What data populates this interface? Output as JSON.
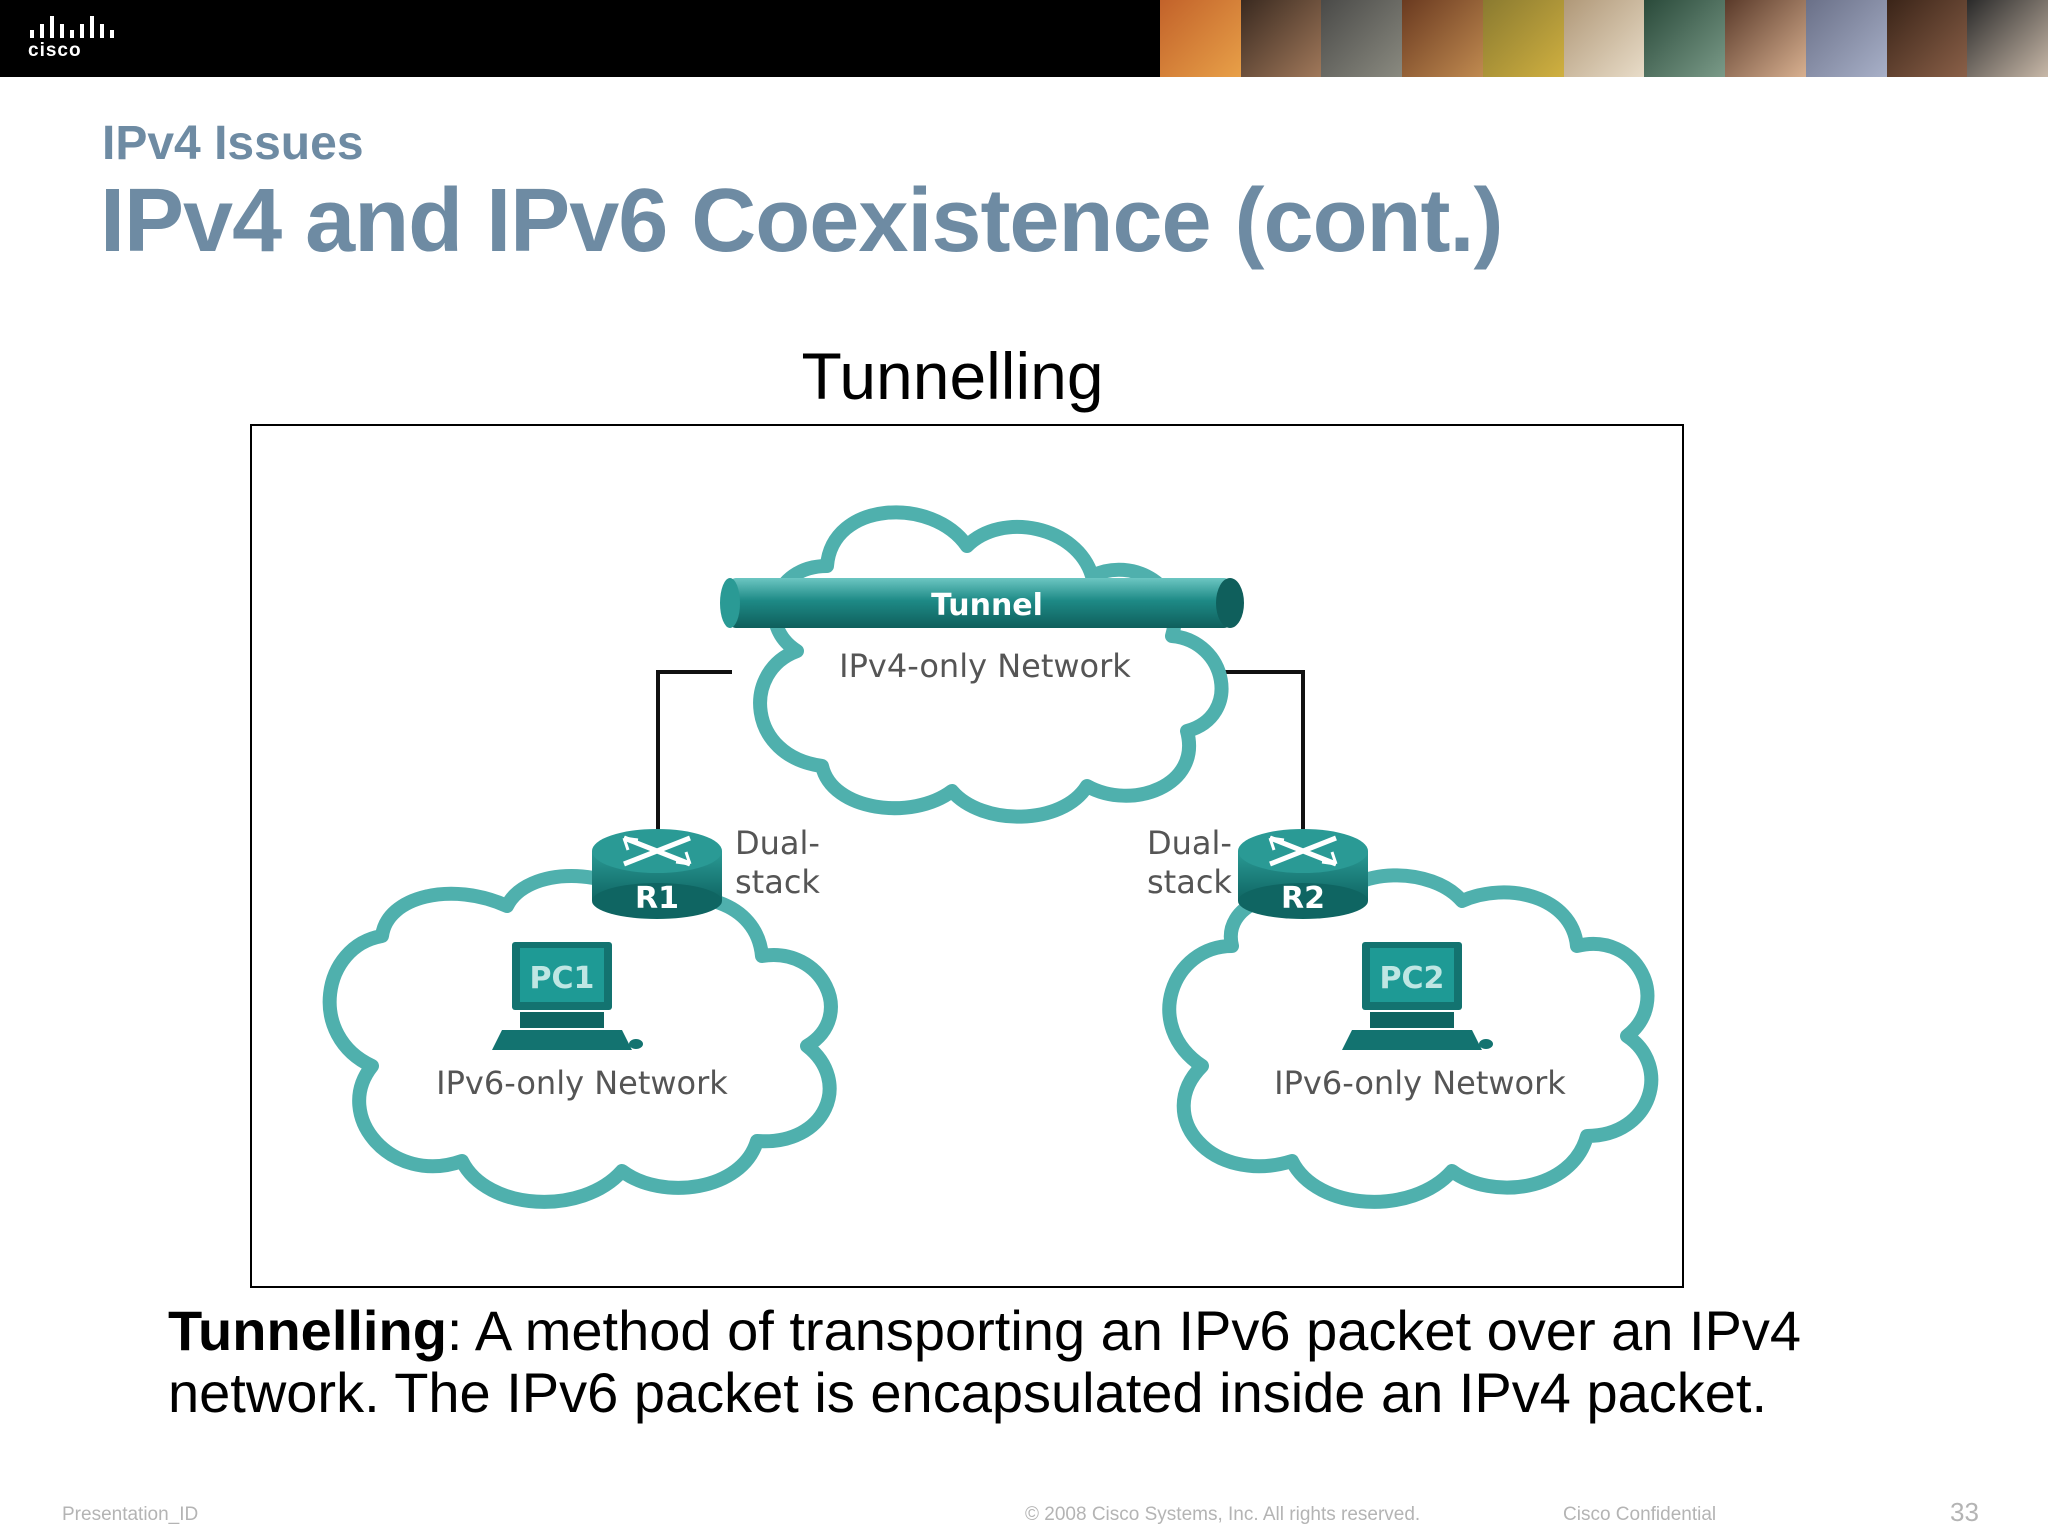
{
  "header": {
    "logo_text": "cisco",
    "logo_icon": "cisco-bridge-logo-icon",
    "photo_strip": "people-photo-strip"
  },
  "slide": {
    "subtitle": "IPv4 Issues",
    "title": "IPv4 and IPv6 Coexistence (cont.)",
    "diagram_heading": "Tunnelling"
  },
  "diagram": {
    "tunnel_label": "Tunnel",
    "ipv4_network_label": "IPv4-only Network",
    "left_network_label": "IPv6-only Network",
    "right_network_label": "IPv6-only Network",
    "r1_label": "R1",
    "r2_label": "R2",
    "pc1_label": "PC1",
    "pc2_label": "PC2",
    "r1_role_line1": "Dual-",
    "r1_role_line2": "stack",
    "r2_role_line1": "Dual-",
    "r2_role_line2": "stack",
    "colors": {
      "cloud": "#4fb0ad",
      "device": "#1e8a86",
      "device_dark": "#137370",
      "link": "#111111",
      "label": "#555555"
    }
  },
  "caption": {
    "term": "Tunnelling",
    "text_line1": ":  A method of transporting an IPv6 packet over an IPv4",
    "text_line2": "network. The IPv6 packet is encapsulated inside an IPv4 packet."
  },
  "footer": {
    "presentation_id": "Presentation_ID",
    "copyright": "© 2008 Cisco Systems, Inc. All rights reserved.",
    "confidential": "Cisco Confidential",
    "page_number": "33"
  }
}
